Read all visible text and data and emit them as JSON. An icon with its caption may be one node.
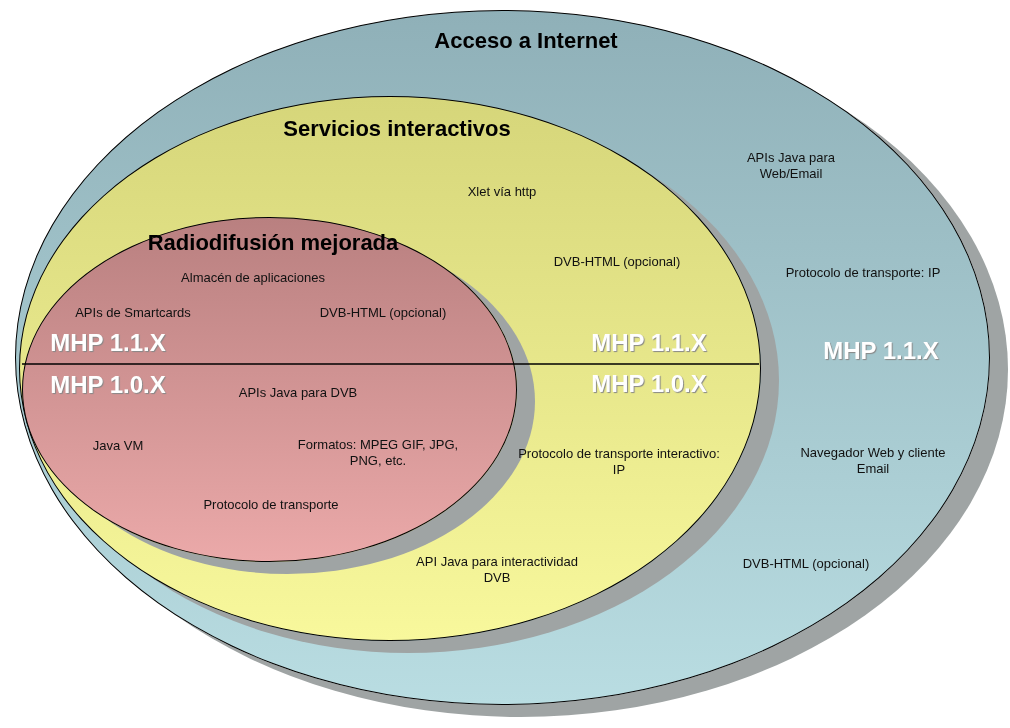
{
  "diagram": {
    "nodes": [
      {
        "text": [
          "Acceso a Internet",
          "APIs Java para Web/Email",
          "Protocolo de transporte: IP",
          "MHP 1.1.X",
          "Navegador Web y cliente Email",
          "DVB-HTML (opcional)"
        ]
      },
      {
        "text": [
          "Servicios interactivos",
          "Xlet vía http",
          "DVB-HTML (opcional)",
          "MHP 1.1.X",
          "MHP 1.0.X",
          "Protocolo de transporte interactivo: IP",
          "API Java para interactividad DVB"
        ],
        "in": 0
      },
      {
        "text": [
          "Radiodifusión mejorada",
          "Almacén de aplicaciones",
          "APIs de Smartcards",
          "DVB-HTML (opcional)",
          "MHP 1.1.X",
          "MHP 1.0.X",
          "APIs Java para DVB",
          "Java VM",
          "Formatos: MPEG GIF, JPG, PNG, etc.",
          "Protocolo de transporte"
        ],
        "in": 1
      }
    ]
  }
}
